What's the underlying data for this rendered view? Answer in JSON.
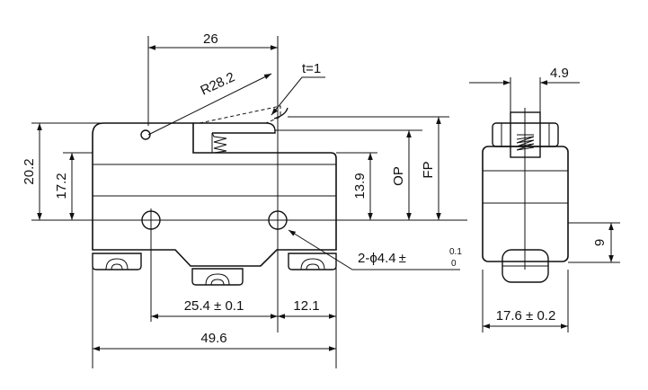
{
  "dimensions": {
    "top_width": "26",
    "lever_radius": "R28.2",
    "lever_thickness": "t=1",
    "height_total": "20.2",
    "height_body": "17.2",
    "height_mount": "13.9",
    "operating_position": "OP",
    "free_position": "FP",
    "hole_spec_prefix": "2-ϕ4.4",
    "hole_tol_pm": "±",
    "hole_tol_upper": "0.1",
    "hole_tol_lower": "0",
    "hole_spacing": "25.4 ± 0.1",
    "hole_to_end": "12.1",
    "overall_length": "49.6",
    "plunger_width": "4.9",
    "side_height": "9",
    "side_width": "17.6 ± 0.2"
  }
}
